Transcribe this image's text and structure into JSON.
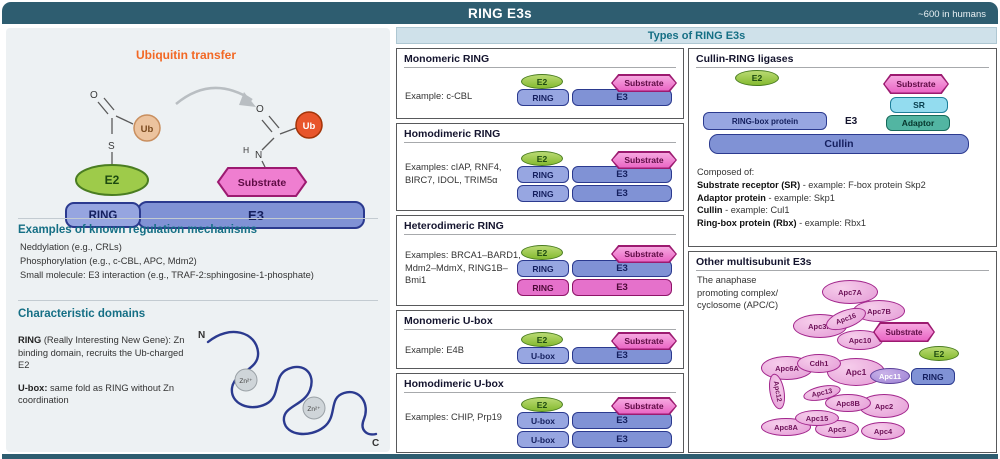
{
  "header": {
    "title": "RING E3s",
    "note": "~600 in humans"
  },
  "colors": {
    "header_bg": "#2e5d70",
    "accent_teal": "#156f85",
    "accent_orange": "#f26824",
    "e2_green": "#9ecb4a",
    "ring_blue": "#8092d5",
    "substrate_pink": "#ef7ed0",
    "ub_charged_orange": "#e8552b",
    "ub_thioester_tan": "#ecc39e",
    "apc_subunit_pink": "#e49bd6"
  },
  "left_panel": {
    "transfer_heading": "Ubiquitin transfer",
    "diagram": {
      "e2": "E2",
      "ring": "RING",
      "e3": "E3",
      "substrate": "Substrate",
      "ub_left": "Ub",
      "ub_right": "Ub",
      "s": "S",
      "o_left": "O",
      "o_right": "O",
      "n": "N",
      "h": "H"
    },
    "regulation": {
      "heading": "Examples of known regulation mechanisms",
      "items": [
        "Neddylation (e.g., CRLs)",
        "Phosphorylation (e.g., c-CBL, APC, Mdm2)",
        "Small molecule: E3 interaction (e.g., TRAF-2:sphingosine-1-phosphate)"
      ]
    },
    "domains": {
      "heading": "Characteristic domains",
      "ring_term": "RING",
      "ring_desc": " (Really Interesting New Gene): Zn binding domain, recruits the Ub-charged E2",
      "ubox_term": "U-box:",
      "ubox_desc": " same fold as RING without Zn coordination",
      "zn_label": "Zn²⁺",
      "n_terminus": "N",
      "c_terminus": "C"
    }
  },
  "types": {
    "heading": "Types of RING E3s",
    "shared": {
      "e2": "E2",
      "e3": "E3",
      "substrate": "Substrate"
    },
    "boxes": [
      {
        "title": "Monomeric RING",
        "example": "Example: c-CBL",
        "domain": "RING"
      },
      {
        "title": "Homodimeric RING",
        "example": "Examples: cIAP, RNF4, BIRC7, IDOL, TRIM5α",
        "domain": "RING"
      },
      {
        "title": "Heterodimeric RING",
        "example": "Examples: BRCA1–BARD1, Mdm2–MdmX, RING1B–Bmi1",
        "domain": "RING"
      },
      {
        "title": "Monomeric U-box",
        "example": "Example: E4B",
        "domain": "U-box"
      },
      {
        "title": "Homodimeric U-box",
        "example": "Examples: CHIP, Prp19",
        "domain": "U-box"
      }
    ]
  },
  "cullin": {
    "title": "Cullin-RING ligases",
    "diagram": {
      "e2": "E2",
      "ring_box": "RING-box protein",
      "e3": "E3",
      "substrate": "Substrate",
      "sr": "SR",
      "adaptor": "Adaptor",
      "cullin": "Cullin"
    },
    "composed_heading": "Composed of:",
    "components": [
      {
        "term": "Substrate receptor (SR)",
        "desc": " - example: F-box protein Skp2"
      },
      {
        "term": "Adaptor protein",
        "desc": " - example: Skp1"
      },
      {
        "term": "Cullin",
        "desc": " - example: Cul1"
      },
      {
        "term": "Ring-box protein (Rbx)",
        "desc": " - example: Rbx1"
      }
    ]
  },
  "apc": {
    "title": "Other multisubunit E3s",
    "description": "The anaphase promoting complex/ cyclosome (APC/C)",
    "subunits": [
      "Apc7A",
      "Apc7B",
      "Apc3A",
      "Apc6A",
      "Apc8A",
      "Apc5",
      "Apc4",
      "Apc2",
      "Apc15",
      "Apc8B",
      "Apc1",
      "Apc12",
      "Apc13",
      "Apc16",
      "Apc10",
      "Cdh1"
    ],
    "apc11": "Apc11",
    "ring": "RING",
    "e2": "E2",
    "substrate": "Substrate"
  }
}
